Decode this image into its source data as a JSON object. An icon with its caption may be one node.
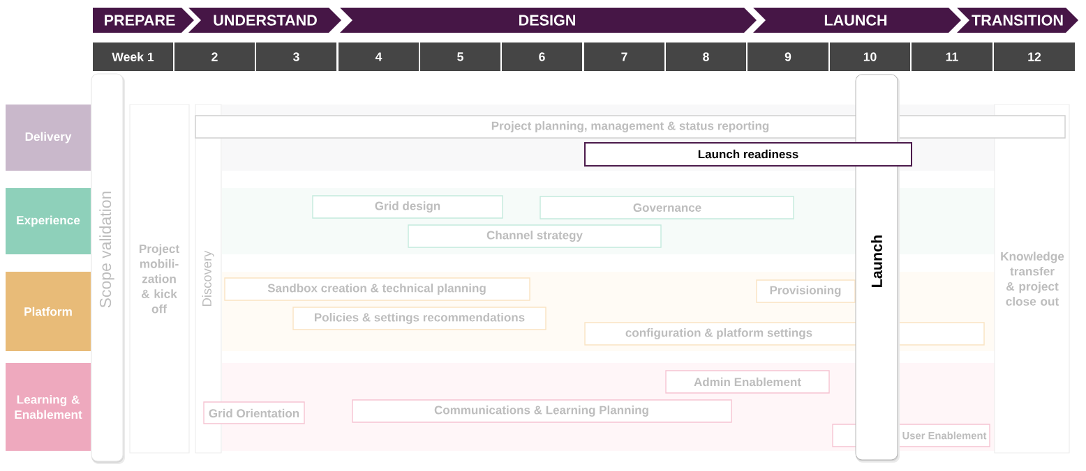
{
  "diagram": {
    "nodes": [
      {
        "text": [
          "PREPARE"
        ]
      },
      {
        "text": [
          "UNDERSTAND"
        ]
      },
      {
        "text": [
          "DESIGN"
        ]
      },
      {
        "text": [
          "LAUNCH"
        ]
      },
      {
        "text": [
          "TRANSITION"
        ]
      },
      {
        "text": [
          "Week 1"
        ]
      },
      {
        "text": [
          "2"
        ]
      },
      {
        "text": [
          "3"
        ]
      },
      {
        "text": [
          "4"
        ]
      },
      {
        "text": [
          "5"
        ]
      },
      {
        "text": [
          "6"
        ]
      },
      {
        "text": [
          "7"
        ]
      },
      {
        "text": [
          "8"
        ]
      },
      {
        "text": [
          "9"
        ]
      },
      {
        "text": [
          "10"
        ]
      },
      {
        "text": [
          "11"
        ]
      },
      {
        "text": [
          "12"
        ]
      },
      {
        "text": [
          "Delivery"
        ]
      },
      {
        "text": [
          "Experience"
        ]
      },
      {
        "text": [
          "Platform"
        ]
      },
      {
        "text": [
          "Learning & Enablement"
        ]
      },
      {
        "text": [
          "Scope validation"
        ]
      },
      {
        "text": [
          "Project mobili- zation & kick off"
        ]
      },
      {
        "text": [
          "Discovery"
        ]
      },
      {
        "text": [
          "Launch"
        ]
      },
      {
        "text": [
          "Knowledge transfer & project close out"
        ]
      },
      {
        "text": [
          "Project planning, management & status reporting"
        ]
      },
      {
        "text": [
          "Launch readiness"
        ]
      },
      {
        "text": [
          "Grid design"
        ]
      },
      {
        "text": [
          "Governance"
        ]
      },
      {
        "text": [
          "Channel strategy"
        ]
      },
      {
        "text": [
          "Sandbox creation & technical planning"
        ]
      },
      {
        "text": [
          "Provisioning"
        ]
      },
      {
        "text": [
          "Policies & settings recommendations"
        ]
      },
      {
        "text": [
          "configuration & platform settings"
        ]
      },
      {
        "text": [
          "Admin Enablement"
        ]
      },
      {
        "text": [
          "Grid Orientation"
        ]
      },
      {
        "text": [
          "Communications & Learning Planning"
        ]
      },
      {
        "text": [
          "User Enablement"
        ]
      }
    ]
  }
}
